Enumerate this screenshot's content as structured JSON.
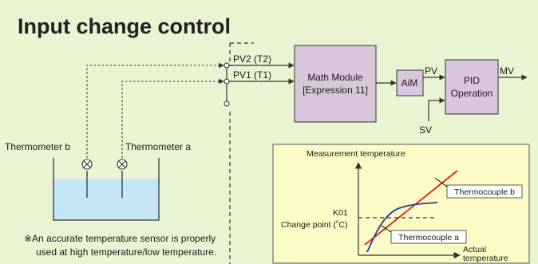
{
  "title": "Input change control",
  "inputs": {
    "pv2": "PV2 (T2)",
    "pv1": "PV1 (T1)"
  },
  "blocks": {
    "math_line1": "Math Module",
    "math_line2": "[Expression 11]",
    "aim": "AiM",
    "pid_line1": "PID",
    "pid_line2": "Operation"
  },
  "signals": {
    "pv": "PV",
    "mv": "MV",
    "sv": "SV"
  },
  "thermometers": {
    "b": "Thermometer b",
    "a": "Thermometer a"
  },
  "note": {
    "line1": "※An accurate temperature sensor is properly",
    "line2": "used at high temperature/low temperature."
  },
  "graph": {
    "ylabel": "Measurement temperature",
    "xlabel_line1": "Actual",
    "xlabel_line2": "temperature",
    "k01": "K01",
    "change_point": "Change point (˚C)",
    "tc_b": "Thermocouple b",
    "tc_a": "Thermocouple a"
  },
  "colors": {
    "background": "#e9f4d3",
    "block_fill": "#d9c6dc",
    "graph_panel": "#fdfbc5",
    "water": "#c3e5f6",
    "tc_b_line": "#e02020",
    "tc_a_line": "#2a3d8f"
  }
}
